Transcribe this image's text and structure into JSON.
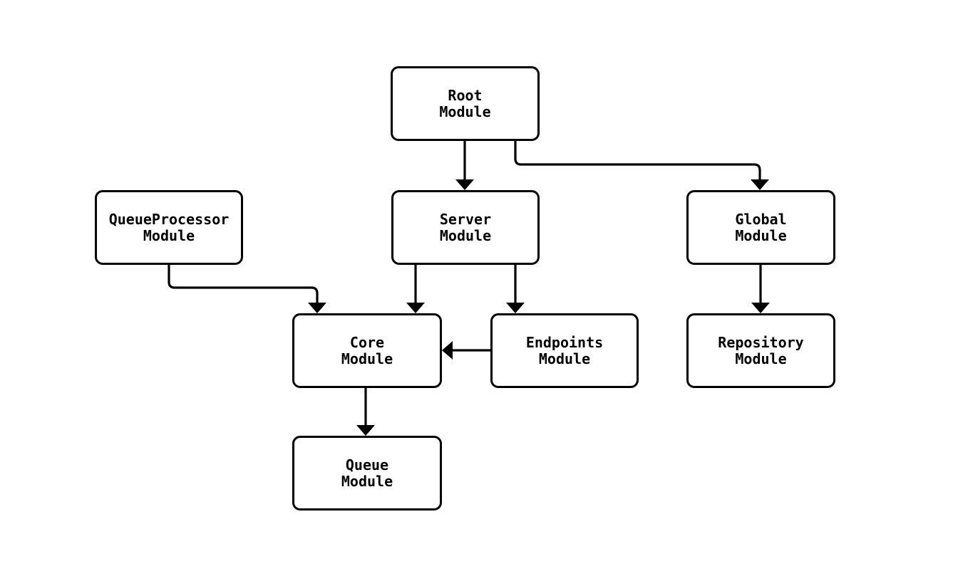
{
  "diagram": {
    "type": "module-dependency-graph",
    "colors": {
      "background": "#ffffff",
      "node_fill": "#ffffff",
      "node_border": "#000000",
      "edge": "#000000",
      "text": "#000000"
    },
    "nodes": {
      "root": {
        "label": "Root\nModule"
      },
      "queueprocessor": {
        "label": "QueueProcessor\nModule"
      },
      "server": {
        "label": "Server\nModule"
      },
      "global": {
        "label": "Global\nModule"
      },
      "core": {
        "label": "Core\nModule"
      },
      "endpoints": {
        "label": "Endpoints\nModule"
      },
      "repository": {
        "label": "Repository\nModule"
      },
      "queue": {
        "label": "Queue\nModule"
      }
    },
    "edges": [
      {
        "from": "Root Module",
        "to": "Server Module"
      },
      {
        "from": "Root Module",
        "to": "Global Module"
      },
      {
        "from": "QueueProcessor Module",
        "to": "Core Module"
      },
      {
        "from": "Server Module",
        "to": "Core Module"
      },
      {
        "from": "Server Module",
        "to": "Endpoints Module"
      },
      {
        "from": "Global Module",
        "to": "Repository Module"
      },
      {
        "from": "Endpoints Module",
        "to": "Core Module"
      },
      {
        "from": "Core Module",
        "to": "Queue Module"
      }
    ]
  }
}
